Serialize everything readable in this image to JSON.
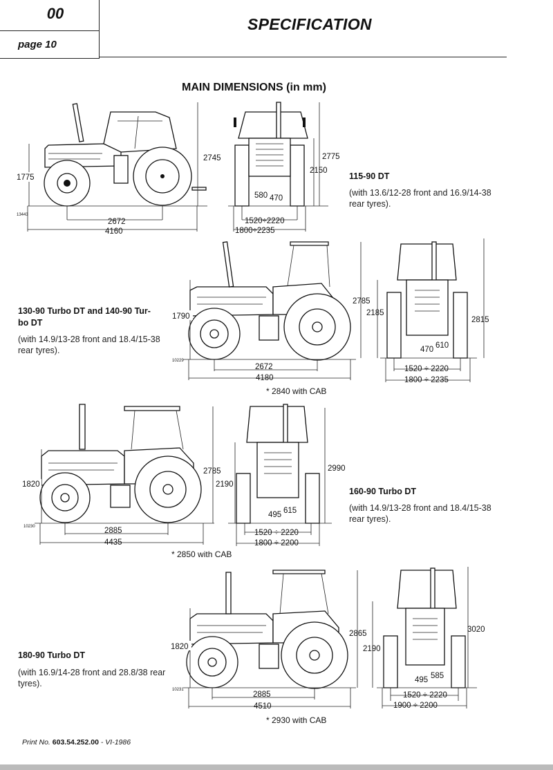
{
  "header": {
    "section": "00",
    "page": "page 10",
    "title": "SPECIFICATION"
  },
  "heading": "MAIN DIMENSIONS (in mm)",
  "models": [
    {
      "name": "115-90 DT",
      "note": "(with 13.6/12-28 front and 16.9/14-38 rear tyres).",
      "ref": "13443",
      "side": {
        "height_front": "1775",
        "height_total": "2745",
        "wheelbase": "2672",
        "length": "4160"
      },
      "front": {
        "height_total": "2775",
        "height_cab": "2150",
        "clearance_a": "580",
        "clearance_b": "470",
        "track_front": "1520÷2220",
        "track_rear": "1800÷2235"
      }
    },
    {
      "name": "130-90 Turbo DT and 140-90 Turbo DT",
      "name_l1": "130-90 Turbo DT and 140-90 Tur-",
      "name_l2": "bo DT",
      "note": "(with 14.9/13-28 front and 18.4/15-38 rear tyres).",
      "ref": "10229",
      "cab": "* 2840 with CAB",
      "side": {
        "height_front": "1790",
        "wheelbase": "2672",
        "length": "4180"
      },
      "front": {
        "height_total": "2785",
        "height_frame": "2185",
        "height_right": "2815",
        "clearance_a": "470",
        "clearance_b": "610",
        "track_front": "1520 ÷ 2220",
        "track_rear": "1800 ÷ 2235"
      }
    },
    {
      "name": "160-90 Turbo DT",
      "note": "(with 14.9/13-28 front and 18.4/15-38 rear tyres).",
      "ref": "10230",
      "cab": "* 2850 with CAB",
      "side": {
        "height_front": "1820",
        "wheelbase": "2885",
        "length": "4435"
      },
      "front": {
        "height_total": "2785",
        "height_frame": "2190",
        "height_right": "2990",
        "clearance_a": "495",
        "clearance_b": "615",
        "track_front": "1520 ÷ 2220",
        "track_rear": "1800 ÷ 2200"
      }
    },
    {
      "name": "180-90 Turbo DT",
      "note": "(with 16.9/14-28 front and 28.8/38 rear tyres).",
      "ref": "10231",
      "cab": "* 2930 with CAB",
      "side": {
        "height_front": "1820",
        "wheelbase": "2885",
        "length": "4510"
      },
      "front": {
        "height_total": "2865",
        "height_frame": "2190",
        "height_right": "3020",
        "clearance_a": "495",
        "clearance_b": "585",
        "track_front": "1520 ÷ 2220",
        "track_rear": "1900 ÷ 2200"
      }
    }
  ],
  "footer": {
    "print_label": "Print No.",
    "print_number": "603.54.252.00",
    "date": "VI-1986"
  }
}
